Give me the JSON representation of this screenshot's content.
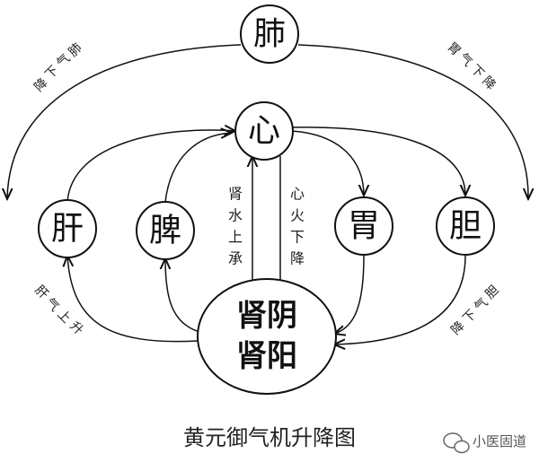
{
  "nodes": {
    "lung": "肺",
    "heart": "心",
    "liver": "肝",
    "spleen": "脾",
    "stomach": "胃",
    "gallbladder": "胆",
    "kidney_yin": "肾阴",
    "kidney_yang": "肾阳"
  },
  "labels": {
    "lung_left": [
      "肺",
      "气",
      "下",
      "降"
    ],
    "lung_right": [
      "胃",
      "气",
      "下",
      "降"
    ],
    "kidney_up": [
      "肾",
      "水",
      "上",
      "承"
    ],
    "heart_down": [
      "心",
      "火",
      "下",
      "降"
    ],
    "liver_rise": [
      "肝",
      "气",
      "上",
      "升"
    ],
    "gall_desc": [
      "胆",
      "气",
      "下",
      "降"
    ]
  },
  "caption": "黄元御气机升降图",
  "watermark": "小医固道"
}
